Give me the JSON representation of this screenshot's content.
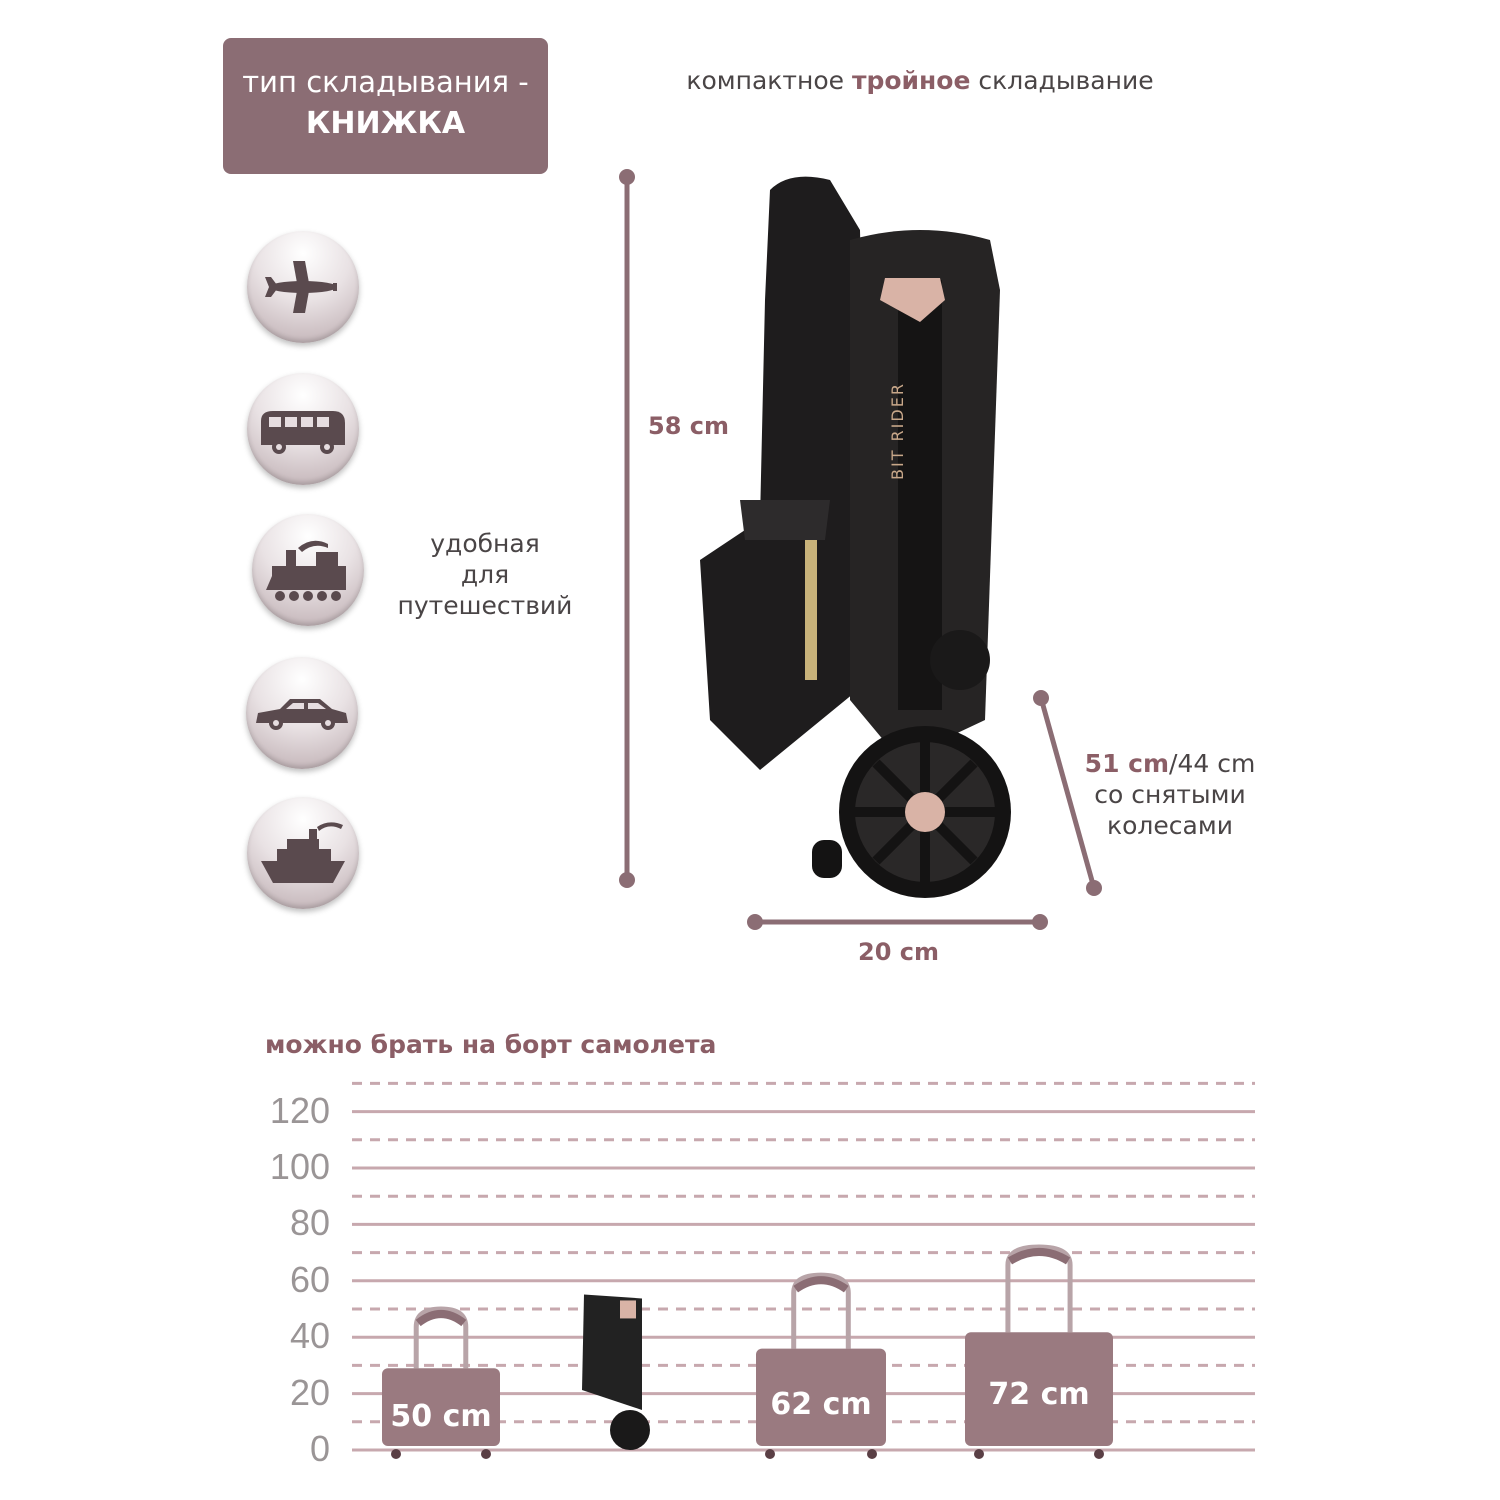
{
  "fold_type": {
    "line1": "тип складывания -",
    "line2": "КНИЖКА"
  },
  "headline": {
    "before": "компактное ",
    "highlight": "тройное",
    "after": " складывание"
  },
  "transport_icons": [
    "airplane-icon",
    "bus-icon",
    "train-icon",
    "car-icon",
    "ship-icon"
  ],
  "travel_note": {
    "line1": "удобная",
    "line2": "для",
    "line3": "путешествий"
  },
  "dimensions": {
    "height": "58 cm",
    "width": "20 cm",
    "depth_value": "51 cm",
    "depth_alt": "/44 cm",
    "depth_note_line1": "со снятыми",
    "depth_note_line2": "колесами"
  },
  "stroller_brand": "BIT RIDER",
  "colors": {
    "accent": "#8b6d74",
    "accent_dark": "#8b5e66",
    "case": "#9a7a80",
    "grid": "#c7a8ae"
  },
  "chart_data": {
    "type": "bar",
    "title": "можно брать на борт самолета",
    "ylim": [
      0,
      130
    ],
    "yticks": [
      "0",
      "20",
      "40",
      "60",
      "80",
      "100",
      "120"
    ],
    "series": [
      {
        "values": [
          50,
          58,
          62,
          72
        ]
      }
    ],
    "bar_labels": [
      "50 cm",
      "",
      "62 cm",
      "72 cm"
    ],
    "grid": true
  }
}
